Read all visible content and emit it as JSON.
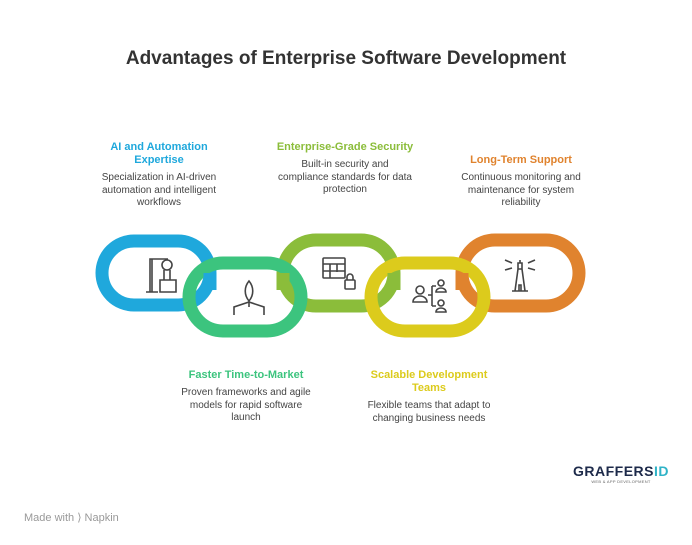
{
  "title": "Advantages of Enterprise Software Development",
  "items": [
    {
      "heading": "AI and Automation Expertise",
      "description": "Specialization in AI-driven automation and intelligent workflows",
      "color": "#1fa8dc",
      "icon": "robot-arm-icon"
    },
    {
      "heading": "Faster Time-to-Market",
      "description": "Proven frameworks and agile models for rapid software launch",
      "color": "#3cc47e",
      "icon": "rocket-icon"
    },
    {
      "heading": "Enterprise-Grade Security",
      "description": "Built-in security and compliance standards for data protection",
      "color": "#8bbd3a",
      "icon": "table-lock-icon"
    },
    {
      "heading": "Scalable Development Teams",
      "description": "Flexible teams that adapt to changing business needs",
      "color": "#dccb1c",
      "icon": "team-hierarchy-icon"
    },
    {
      "heading": "Long-Term Support",
      "description": "Continuous monitoring and maintenance for system reliability",
      "color": "#e0832e",
      "icon": "lighthouse-icon"
    }
  ],
  "footer": {
    "made_with": "Made with ⟩ Napkin"
  },
  "logo": {
    "name_main": "GRAFFERS",
    "name_accent": "ID",
    "tagline": "WEB & APP DEVELOPMENT"
  }
}
